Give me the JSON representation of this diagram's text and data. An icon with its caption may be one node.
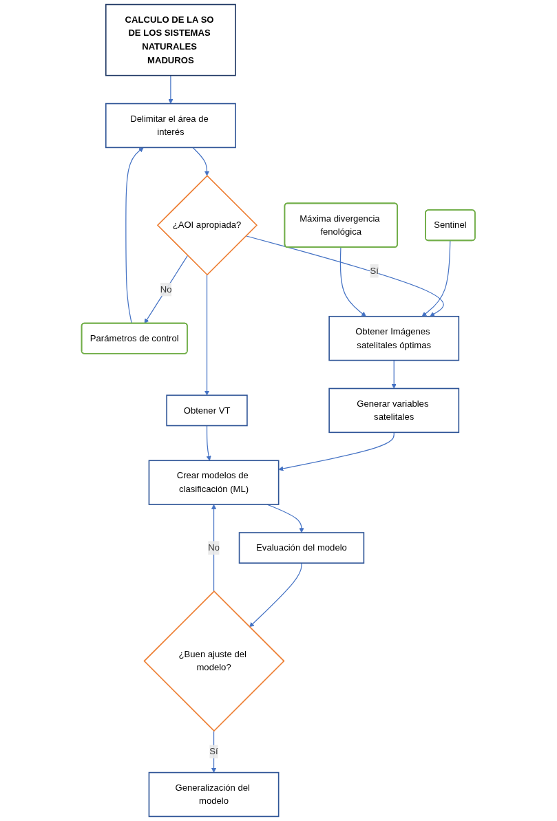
{
  "diagram": {
    "nodes": [
      {
        "text": [
          "CALCULO DE LA SO DE LOS SISTEMAS NATURALES MADUROS"
        ]
      },
      {
        "text": [
          "Delimitar el área de interés"
        ]
      },
      {
        "text": [
          "Parámetros de control"
        ]
      },
      {
        "text": [
          "¿AOI apropiada?"
        ]
      },
      {
        "text": [
          "Sentinel"
        ]
      },
      {
        "text": [
          "Obtener VT"
        ]
      },
      {
        "text": [
          "Obtener Imágenes satelitales óptimas"
        ]
      },
      {
        "text": [
          "Máxima divergencia fenológica"
        ]
      },
      {
        "text": [
          "Generar variables satelitales"
        ]
      },
      {
        "text": [
          "Crear modelos de clasificación (ML)"
        ]
      },
      {
        "text": [
          "Evaluación del modelo"
        ]
      },
      {
        "text": [
          "¿Buen ajuste del modelo?"
        ]
      },
      {
        "text": [
          "Generalización del modelo"
        ]
      }
    ],
    "edges": [
      {
        "from": 0,
        "to": 1,
        "arrow": "to"
      },
      {
        "from": 2,
        "to": 1,
        "arrow": "to"
      },
      {
        "from": 1,
        "to": 3,
        "arrow": "to"
      },
      {
        "from": 3,
        "to": 2,
        "arrow": "to",
        "label": "No"
      },
      {
        "from": 3,
        "to": 5,
        "arrow": "to"
      },
      {
        "from": 3,
        "to": 6,
        "arrow": "to",
        "label": "Sí"
      },
      {
        "from": 4,
        "to": 6,
        "arrow": "to"
      },
      {
        "from": 7,
        "to": 6,
        "arrow": "to"
      },
      {
        "from": 6,
        "to": 8,
        "arrow": "to"
      },
      {
        "from": 8,
        "to": 9,
        "arrow": "to"
      },
      {
        "from": 5,
        "to": 9,
        "arrow": "to"
      },
      {
        "from": 9,
        "to": 10,
        "arrow": "to"
      },
      {
        "from": 10,
        "to": 11,
        "arrow": "to"
      },
      {
        "from": 11,
        "to": 9,
        "arrow": "to",
        "label": "No"
      },
      {
        "from": 11,
        "to": 12,
        "arrow": "to",
        "label": "Sí"
      }
    ]
  }
}
